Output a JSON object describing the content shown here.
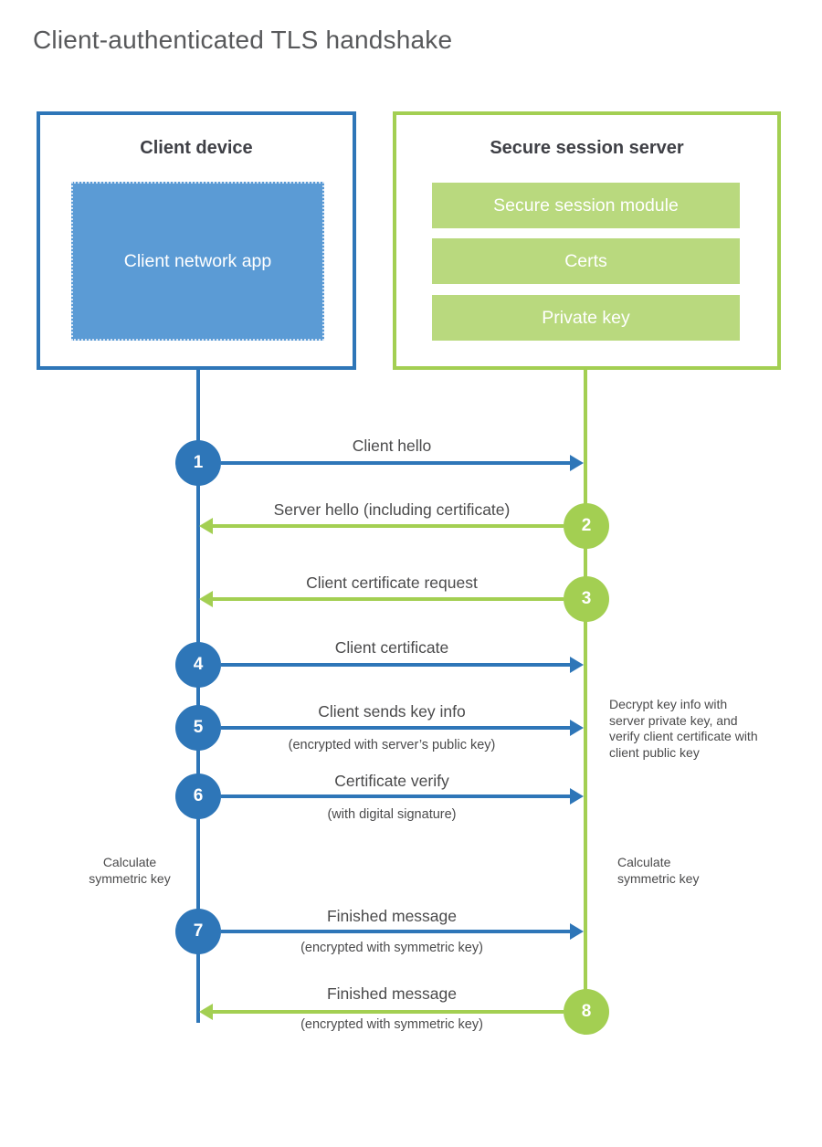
{
  "title": "Client-authenticated TLS handshake",
  "colors": {
    "accent_blue": "#2e76b8",
    "fill_blue": "#5b9bd5",
    "accent_green": "#a3cf52",
    "fill_green": "#b9d97e",
    "title_text": "#58595b",
    "header_text": "#3f4046",
    "label_text": "#4a4a4b",
    "box_text": "#ffffff"
  },
  "client": {
    "title": "Client device",
    "app_label": "Client network app"
  },
  "server": {
    "title": "Secure session server",
    "modules": [
      "Secure session module",
      "Certs",
      "Private key"
    ]
  },
  "steps": [
    {
      "num": "1",
      "label": "Client hello",
      "direction": "client-to-server"
    },
    {
      "num": "2",
      "label": "Server hello (including certificate)",
      "direction": "server-to-client"
    },
    {
      "num": "3",
      "label": "Client certificate request",
      "direction": "server-to-client"
    },
    {
      "num": "4",
      "label": "Client certificate",
      "direction": "client-to-server"
    },
    {
      "num": "5",
      "label": "Client sends key info",
      "sub": "(encrypted with server’s public key)",
      "direction": "client-to-server"
    },
    {
      "num": "6",
      "label": "Certificate verify",
      "sub": "(with digital signature)",
      "direction": "client-to-server"
    },
    {
      "num": "7",
      "label": "Finished message",
      "sub": "(encrypted with symmetric key)",
      "direction": "client-to-server"
    },
    {
      "num": "8",
      "label": "Finished message",
      "sub": "(encrypted with symmetric key)",
      "direction": "server-to-client"
    }
  ],
  "notes": {
    "server_decrypt": "Decrypt key info with server private key, and verify client certificate with client public key",
    "calc_client": "Calculate symmetric key",
    "calc_server": "Calculate symmetric key"
  }
}
